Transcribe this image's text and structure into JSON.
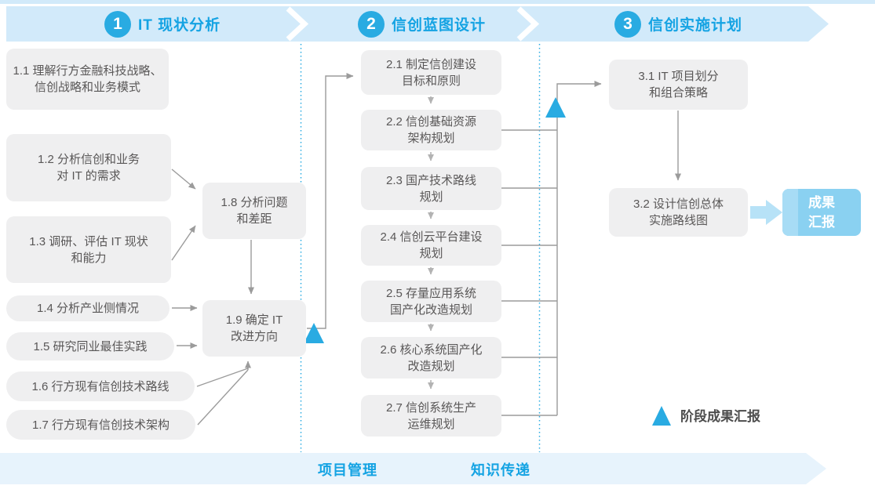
{
  "header": {
    "phases": [
      {
        "number": "1",
        "title": "IT 现状分析"
      },
      {
        "number": "2",
        "title": "信创蓝图设计"
      },
      {
        "number": "3",
        "title": "信创实施计划"
      }
    ]
  },
  "phase1": {
    "boxes": [
      {
        "id": "1.1",
        "label": "1.1 理解行方金融科技战略、\n信创战略和业务模式"
      },
      {
        "id": "1.2",
        "label": "1.2 分析信创和业务\n对 IT 的需求"
      },
      {
        "id": "1.3",
        "label": "1.3 调研、评估 IT 现状\n和能力"
      },
      {
        "id": "1.4",
        "label": "1.4 分析产业侧情况"
      },
      {
        "id": "1.5",
        "label": "1.5 研究同业最佳实践"
      },
      {
        "id": "1.6",
        "label": "1.6 行方现有信创技术路线"
      },
      {
        "id": "1.7",
        "label": "1.7 行方现有信创技术架构"
      },
      {
        "id": "1.8",
        "label": "1.8 分析问题\n和差距"
      },
      {
        "id": "1.9",
        "label": "1.9 确定 IT\n改进方向"
      }
    ]
  },
  "phase2": {
    "boxes": [
      {
        "id": "2.1",
        "label": "2.1 制定信创建设\n目标和原则"
      },
      {
        "id": "2.2",
        "label": "2.2 信创基础资源\n架构规划"
      },
      {
        "id": "2.3",
        "label": "2.3 国产技术路线\n规划"
      },
      {
        "id": "2.4",
        "label": "2.4 信创云平台建设\n规划"
      },
      {
        "id": "2.5",
        "label": "2.5 存量应用系统\n国产化改造规划"
      },
      {
        "id": "2.6",
        "label": "2.6 核心系统国产化\n改造规划"
      },
      {
        "id": "2.7",
        "label": "2.7 信创系统生产\n运维规划"
      }
    ]
  },
  "phase3": {
    "boxes": [
      {
        "id": "3.1",
        "label": "3.1 IT 项目划分\n和组合策略"
      },
      {
        "id": "3.2",
        "label": "3.2 设计信创总体\n实施路线图"
      }
    ],
    "deliverable": "成果\n汇报"
  },
  "legend": {
    "label": "阶段成果汇报"
  },
  "footer": {
    "items": [
      "项目管理",
      "知识传递"
    ]
  },
  "colors": {
    "accent": "#29abe2",
    "header_band": "#d2eafa",
    "header_text": "#14a3e3",
    "box_bg": "#efeff0",
    "box_text": "#595757",
    "line": "#9b9b9b",
    "line_light": "#b3b3b3",
    "deliverable_bg": "#8ad1f1",
    "deliverable_stripe": "#a7dcf5",
    "fat_arrow": "#b7e2f7",
    "footer_band": "#e7f3fc",
    "legend_text": "#4d4d4d"
  }
}
